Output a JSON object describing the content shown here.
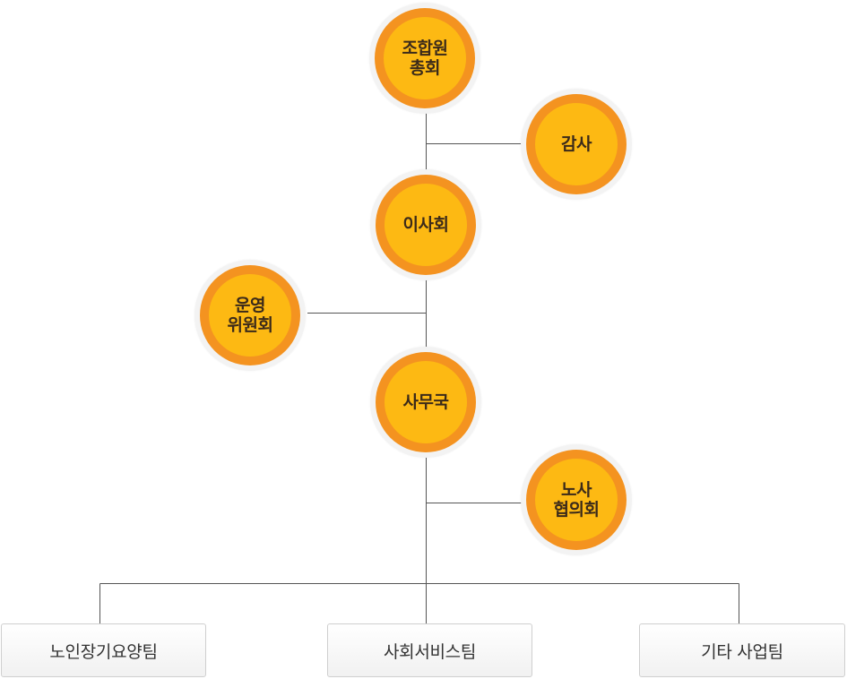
{
  "nodes": {
    "general_assembly": [
      "조합원",
      "총회"
    ],
    "audit": [
      "감사"
    ],
    "board": [
      "이사회"
    ],
    "steering_committee": [
      "운영",
      "위원회"
    ],
    "secretariat": [
      "사무국"
    ],
    "labor_council": [
      "노사",
      "협의회"
    ]
  },
  "teams": [
    "노인장기요양팀",
    "사회서비스팀",
    "기타 사업팀"
  ],
  "colors": {
    "ring": "#f49320",
    "core": "#fdb913",
    "halo": "#f3f3f3",
    "line": "#555555"
  }
}
